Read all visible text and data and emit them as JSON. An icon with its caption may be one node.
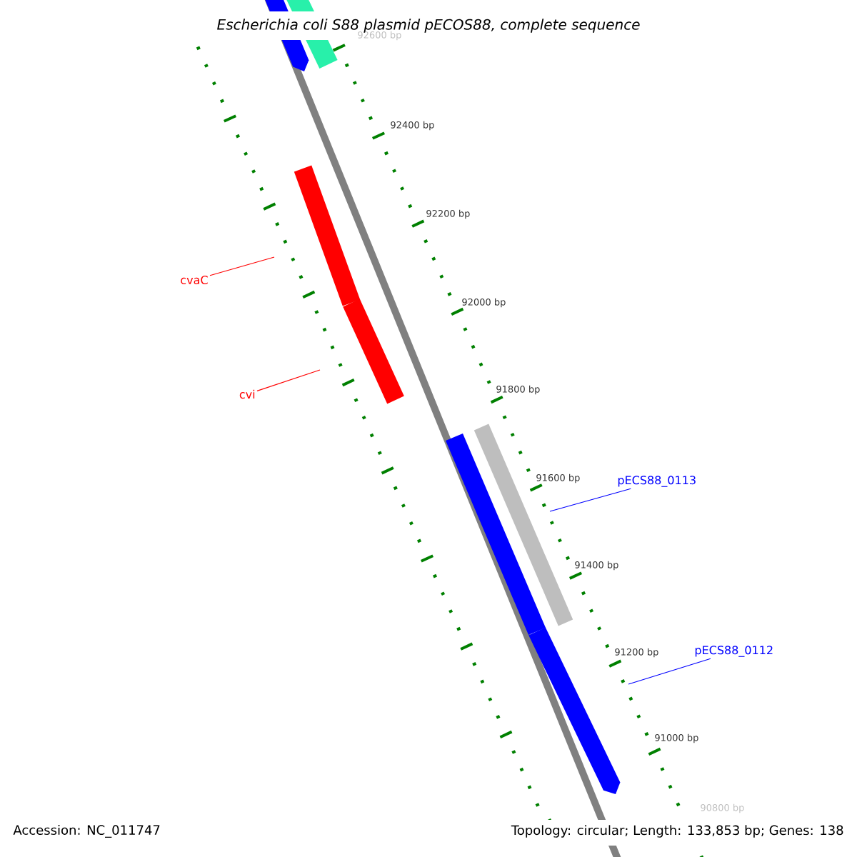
{
  "diagram": {
    "title": "Escherichia coli S88 plasmid pECOS88, complete sequence",
    "nodes": [
      {
        "text": [
          "cvaC"
        ]
      },
      {
        "text": [
          "cvi"
        ]
      },
      {
        "text": [
          "pECS88_0113"
        ]
      },
      {
        "text": [
          "pECS88_0112"
        ]
      }
    ],
    "edges": [
      {
        "from": 0,
        "to": null,
        "arrow": "none",
        "color": "#ff0000"
      },
      {
        "from": 1,
        "to": null,
        "arrow": "none",
        "color": "#ff0000"
      },
      {
        "from": 2,
        "to": null,
        "arrow": "none",
        "color": "#0000ff"
      },
      {
        "from": 3,
        "to": null,
        "arrow": "none",
        "color": "#0000ff"
      }
    ],
    "labels": [
      "92600 bp",
      "92400 bp",
      "92200 bp",
      "92000 bp",
      "91800 bp",
      "91600 bp",
      "91400 bp",
      "91200 bp",
      "91000 bp",
      "90800 bp",
      "Accession: NC_011747",
      "Topology: circular; Length: 133,853 bp; Genes: 138"
    ]
  }
}
